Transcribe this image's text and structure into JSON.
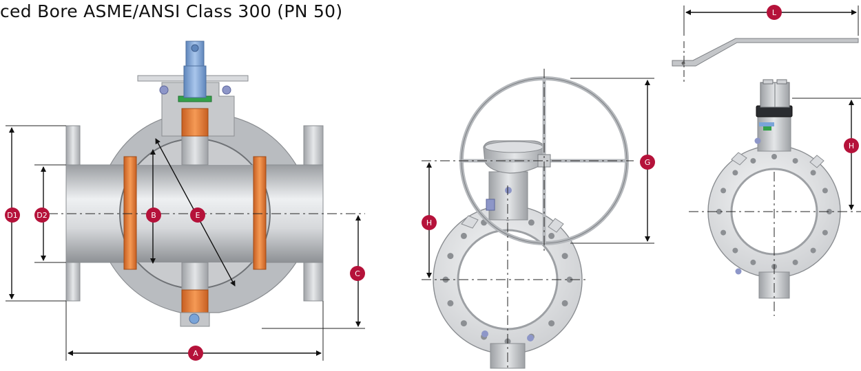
{
  "title": "ced Bore ASME/ANSI Class 300 (PN 50)",
  "colors": {
    "marker": "#b5123a",
    "seat": "#e8803a",
    "steel": "#c4c6c9",
    "stem_blue": "#7aa4d8",
    "seal_green": "#33a14a"
  },
  "dimension_labels": {
    "A": "A",
    "B": "B",
    "C": "C",
    "D1": "D1",
    "D2": "D2",
    "E": "E",
    "G": "G",
    "H_gear": "H",
    "H_lever": "H",
    "L": "L"
  }
}
